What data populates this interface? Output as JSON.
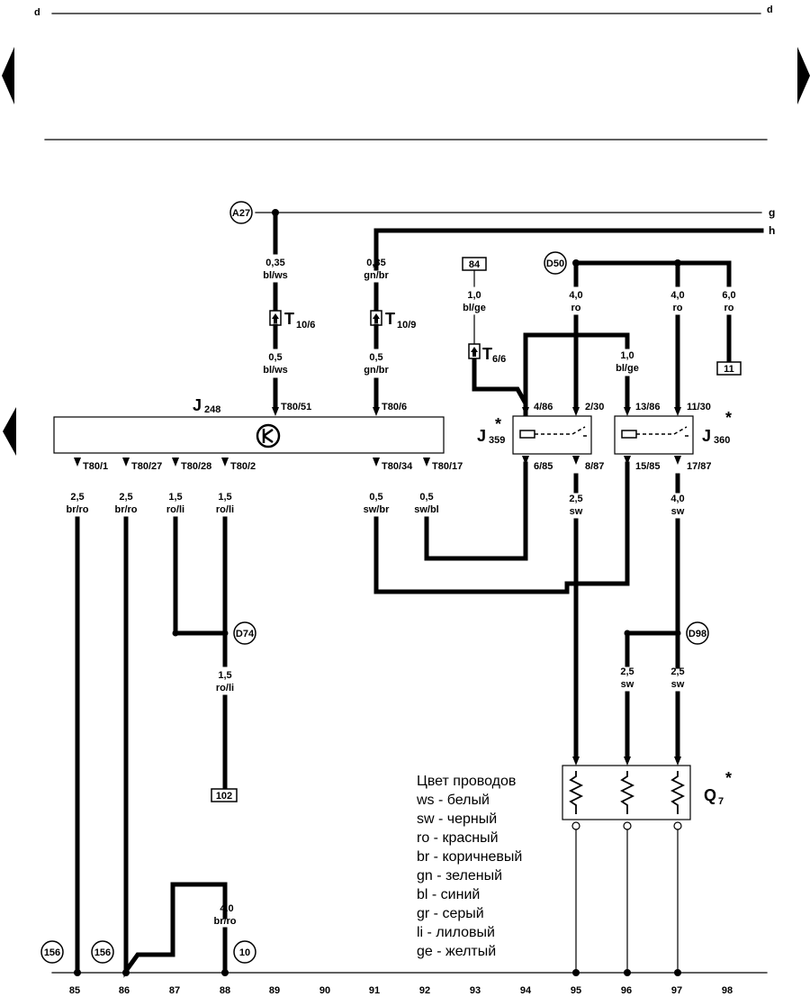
{
  "page_markers": {
    "left": "d",
    "right": "d"
  },
  "bus_lines": {
    "g": "g",
    "h": "h"
  },
  "components": {
    "J248": {
      "name": "J",
      "sub": "248"
    },
    "J359": {
      "name": "J",
      "sub": "359",
      "star": "*"
    },
    "J360": {
      "name": "J",
      "sub": "360",
      "star": "*"
    },
    "Q7": {
      "name": "Q",
      "sub": "7",
      "star": "*"
    }
  },
  "connectors": {
    "T10_6": {
      "name": "T",
      "sub": "10/6"
    },
    "T10_9": {
      "name": "T",
      "sub": "10/9"
    },
    "T6_6": {
      "name": "T",
      "sub": "6/6"
    }
  },
  "circle_refs": [
    "A27",
    "D50",
    "D74",
    "D98",
    "156",
    "156",
    "10"
  ],
  "box_refs": [
    "84",
    "11",
    "102"
  ],
  "pins": {
    "T80_51": "T80/51",
    "T80_6": "T80/6",
    "T80_1": "T80/1",
    "T80_27": "T80/27",
    "T80_28": "T80/28",
    "T80_2": "T80/2",
    "T80_34": "T80/34",
    "T80_17": "T80/17",
    "j359_in1": "4/86",
    "j359_in2": "2/30",
    "j359_out1": "6/85",
    "j359_out2": "8/87",
    "j360_in1": "13/86",
    "j360_in2": "11/30",
    "j360_out1": "15/85",
    "j360_out2": "17/87"
  },
  "wires": [
    {
      "size": "0,35",
      "color": "bl/ws"
    },
    {
      "size": "0,5",
      "color": "bl/ws"
    },
    {
      "size": "0,35",
      "color": "gn/br"
    },
    {
      "size": "0,5",
      "color": "gn/br"
    },
    {
      "size": "1,0",
      "color": "bl/ge"
    },
    {
      "size": "4,0",
      "color": "ro"
    },
    {
      "size": "1,0",
      "color": "bl/ge"
    },
    {
      "size": "4,0",
      "color": "ro"
    },
    {
      "size": "6,0",
      "color": "ro"
    },
    {
      "size": "2,5",
      "color": "br/ro"
    },
    {
      "size": "2,5",
      "color": "br/ro"
    },
    {
      "size": "1,5",
      "color": "ro/li"
    },
    {
      "size": "1,5",
      "color": "ro/li"
    },
    {
      "size": "0,5",
      "color": "sw/br"
    },
    {
      "size": "0,5",
      "color": "sw/bl"
    },
    {
      "size": "2,5",
      "color": "sw"
    },
    {
      "size": "4,0",
      "color": "sw"
    },
    {
      "size": "1,5",
      "color": "ro/li"
    },
    {
      "size": "2,5",
      "color": "sw"
    },
    {
      "size": "2,5",
      "color": "sw"
    },
    {
      "size": "4.0",
      "color": "br/ro"
    }
  ],
  "legend": {
    "title": "Цвет проводов",
    "items": [
      "ws - белый",
      "sw - черный",
      "ro - красный",
      "br - коричневый",
      "gn - зеленый",
      "bl - синий",
      "gr - серый",
      "li - лиловый",
      "ge - желтый"
    ]
  },
  "ground_numbers": [
    "85",
    "86",
    "87",
    "88",
    "89",
    "90",
    "91",
    "92",
    "93",
    "94",
    "95",
    "96",
    "97",
    "98"
  ]
}
